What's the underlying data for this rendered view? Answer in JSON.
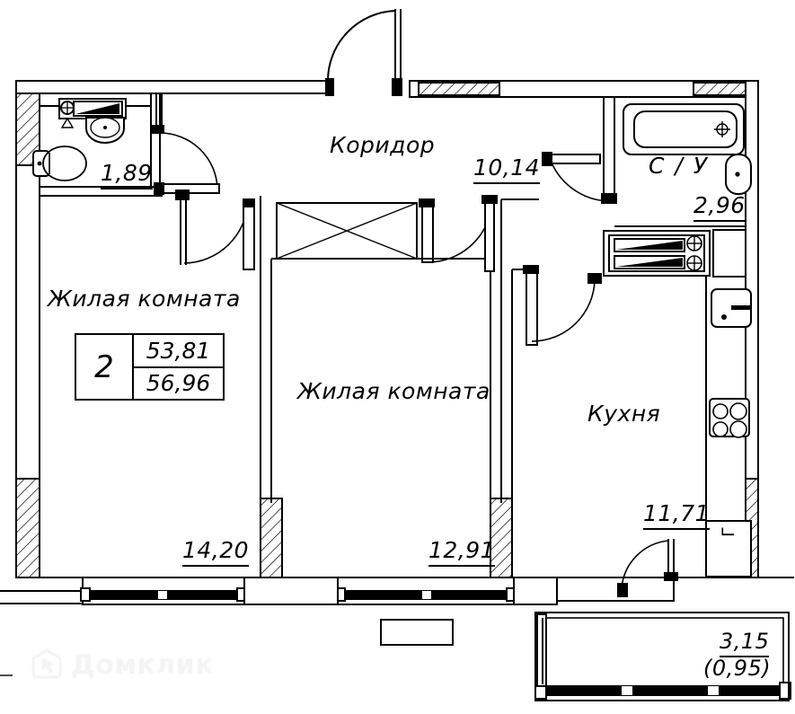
{
  "plan": {
    "type": "apartment-floor-plan",
    "watermark": {
      "brand": "Домклик",
      "logo_icon": "house-cursor-logo-icon"
    },
    "summary_table": {
      "rooms_count": "2",
      "area_total": "53,81",
      "area_with_balcony": "56,96"
    },
    "rooms": [
      {
        "id": "bathroom-small",
        "name": "",
        "area": "1,89"
      },
      {
        "id": "corridor",
        "name": "Коридор",
        "area": "10,14"
      },
      {
        "id": "bathroom-main",
        "name": "С / У",
        "area": "2,96"
      },
      {
        "id": "living-room-left",
        "name": "Жилая комната",
        "area": "14,20"
      },
      {
        "id": "living-room-mid",
        "name": "Жилая комната",
        "area": "12,91"
      },
      {
        "id": "kitchen",
        "name": "Кухня",
        "area": "11,71"
      },
      {
        "id": "balcony",
        "name": "",
        "area": "3,15",
        "area_coefficient": "(0,95)"
      }
    ],
    "fixtures": [
      {
        "id": "toilet",
        "icon": "toilet-icon"
      },
      {
        "id": "washbasin",
        "icon": "sink-icon"
      },
      {
        "id": "mirror-cabinet",
        "icon": "mirror-cabinet-icon"
      },
      {
        "id": "bathtub",
        "icon": "bathtub-icon"
      },
      {
        "id": "bath-sink",
        "icon": "sink-icon"
      },
      {
        "id": "radiator",
        "icon": "radiator-icon"
      },
      {
        "id": "kitchen-sink",
        "icon": "kitchen-sink-icon"
      },
      {
        "id": "cooktop",
        "icon": "stove-4-burner-icon"
      },
      {
        "id": "refrigerator",
        "icon": "refrigerator-icon",
        "label": "Г"
      },
      {
        "id": "wardrobe-niche",
        "icon": "closet-niche-icon"
      }
    ],
    "colors": {
      "line": "#000000",
      "background": "#ffffff",
      "watermark": "#f4f4f4"
    }
  }
}
